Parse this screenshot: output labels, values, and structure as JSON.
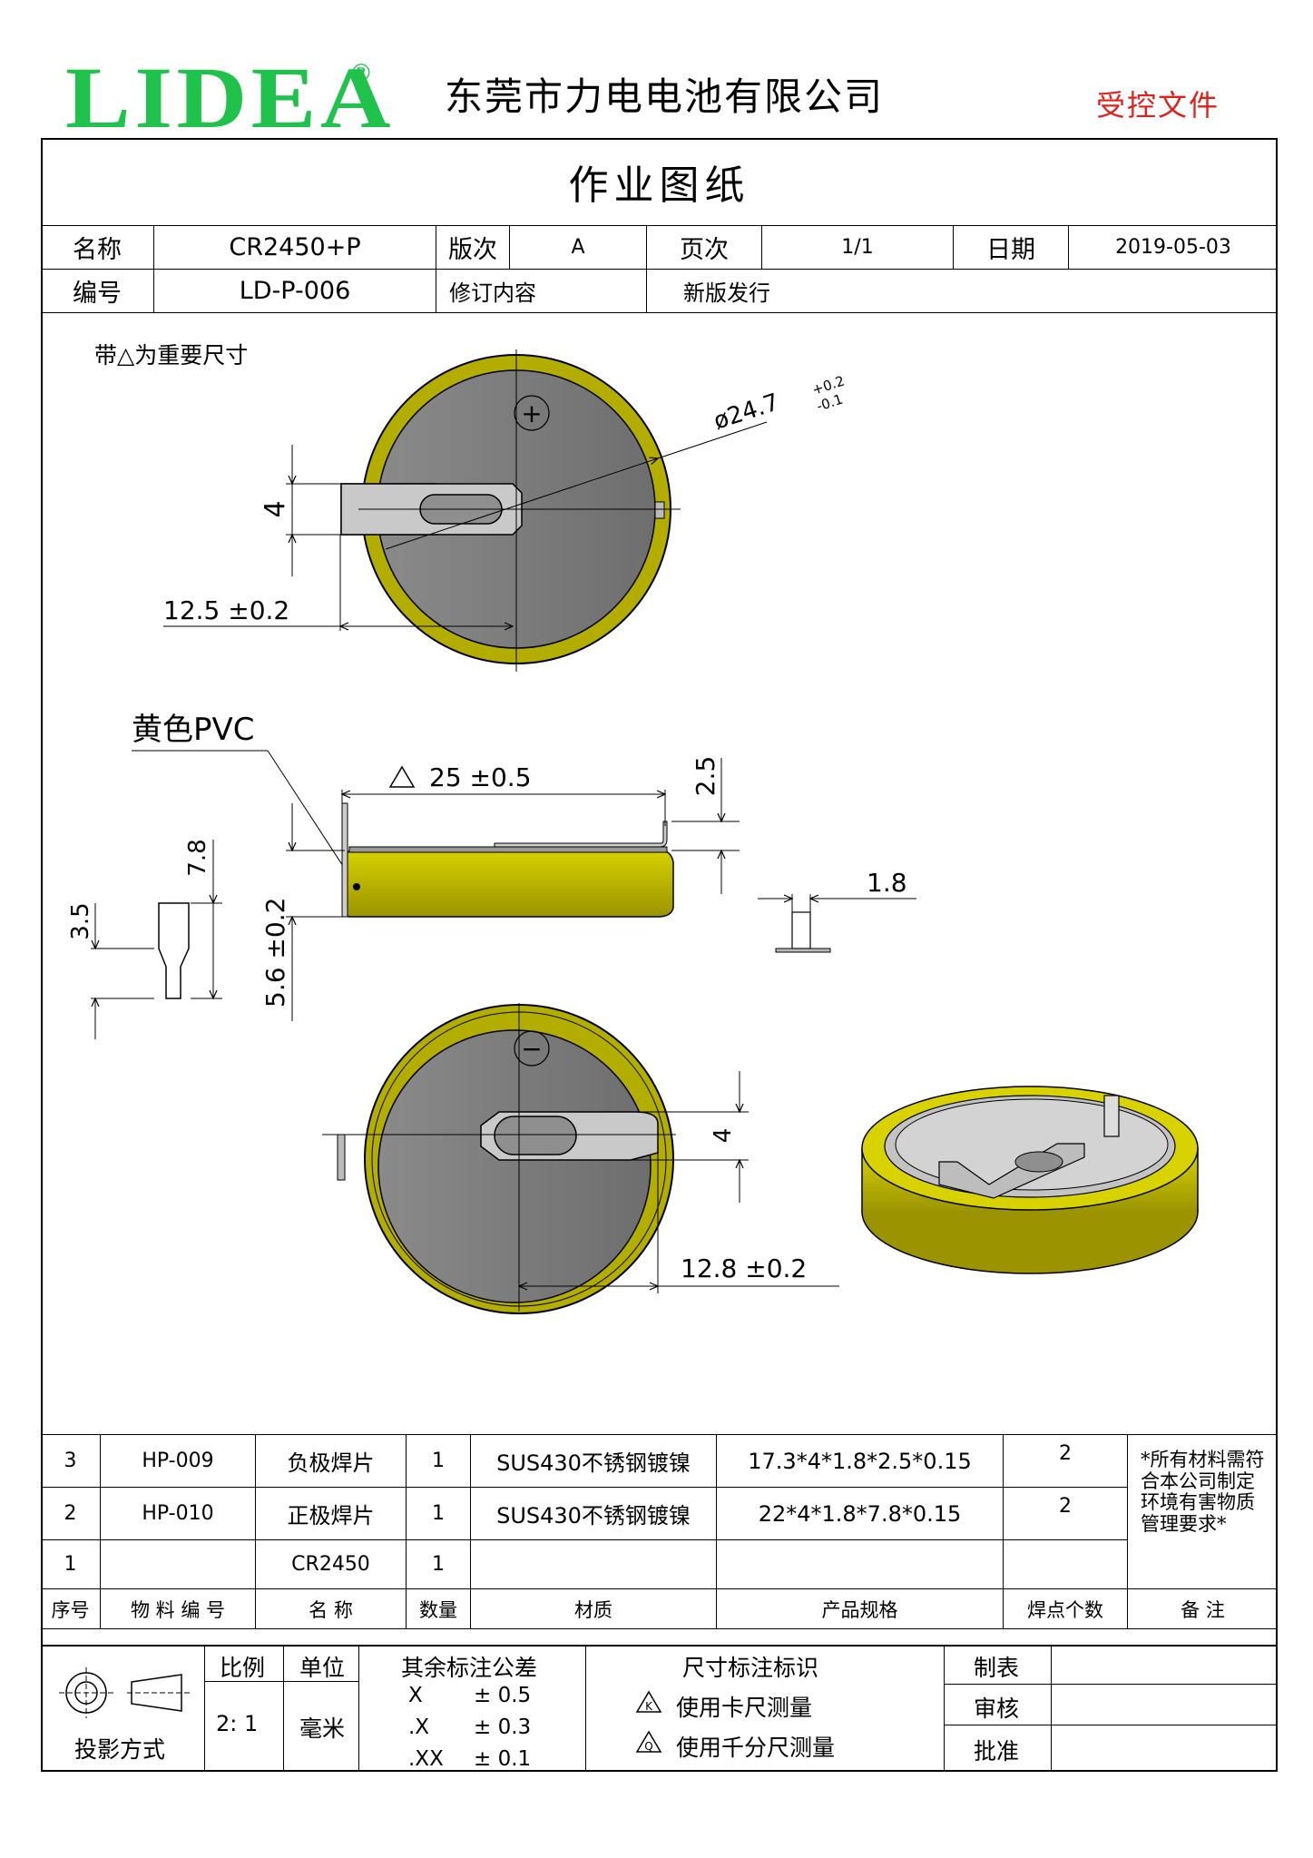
{
  "header": {
    "logo_text": "LIDEA",
    "logo_mark": "®",
    "company": "东莞市力电电池有限公司",
    "stamp": "受控文件",
    "brand_color": "#1fc24a",
    "stamp_color": "#e0201a"
  },
  "title": "作业图纸",
  "info": {
    "name_label": "名称",
    "name": "CR2450+P",
    "version_label": "版次",
    "version": "A",
    "page_label": "页次",
    "page": "1/1",
    "date_label": "日期",
    "date": "2019-05-03",
    "code_label": "编号",
    "code": "LD-P-006",
    "revision_label": "修订内容",
    "revision": "新版发行"
  },
  "drawing": {
    "note": "带△为重要尺寸",
    "diameter": "ø24.7",
    "diameter_tol_upper": "+0.2",
    "diameter_tol_lower": "-0.1",
    "top_tab_width": "4",
    "top_offset": "12.5 ±0.2",
    "pvc_label": "黄色PVC",
    "overall_width": "25 ±0.5",
    "tab_height": "2.5",
    "total_height": "5.6 ±0.2",
    "tab_thickness": "1.8",
    "pin_height": "7.8",
    "pin_neck": "3.5",
    "bottom_tab_width": "4",
    "bottom_offset": "12.8 ±0.2",
    "plus_sign": "+",
    "minus_sign": "−",
    "pvc_color": "#c9c400",
    "cell_color": "#7f7f7f"
  },
  "bom": {
    "rows": [
      {
        "seq": "3",
        "code": "HP-009",
        "name": "负极焊片",
        "qty": "1",
        "material": "SUS430不锈钢镀镍",
        "spec": "17.3*4*1.8*2.5*0.15",
        "welds": "2"
      },
      {
        "seq": "2",
        "code": "HP-010",
        "name": "正极焊片",
        "qty": "1",
        "material": "SUS430不锈钢镀镍",
        "spec": "22*4*1.8*7.8*0.15",
        "welds": "2"
      },
      {
        "seq": "1",
        "code": "",
        "name": "CR2450",
        "qty": "1",
        "material": "",
        "spec": "",
        "welds": ""
      }
    ],
    "note": "*所有材料需符合本公司制定环境有害物质管理要求*",
    "headers": {
      "seq": "序号",
      "code": "物 料 编 号",
      "name": "名   称",
      "qty": "数量",
      "material": "材质",
      "spec": "产品规格",
      "welds": "焊点个数",
      "remark": "备   注"
    }
  },
  "footer": {
    "projection_label": "投影方式",
    "scale_label": "比例",
    "scale": "2: 1",
    "unit_label": "单位",
    "unit": "毫米",
    "tolerance_label": "其余标注公差",
    "tol_rows": [
      {
        "key": "X",
        "val": "± 0.5"
      },
      {
        "key": ".X",
        "val": "± 0.3"
      },
      {
        "key": ".XX",
        "val": "± 0.1"
      }
    ],
    "dim_mark_label": "尺寸标注标识",
    "caliper_symbol": "K",
    "caliper_text": "使用卡尺测量",
    "micrometer_symbol": "Q",
    "micrometer_text": "使用千分尺测量",
    "made_by": "制表",
    "reviewed_by": "审核",
    "approved_by": "批准"
  }
}
